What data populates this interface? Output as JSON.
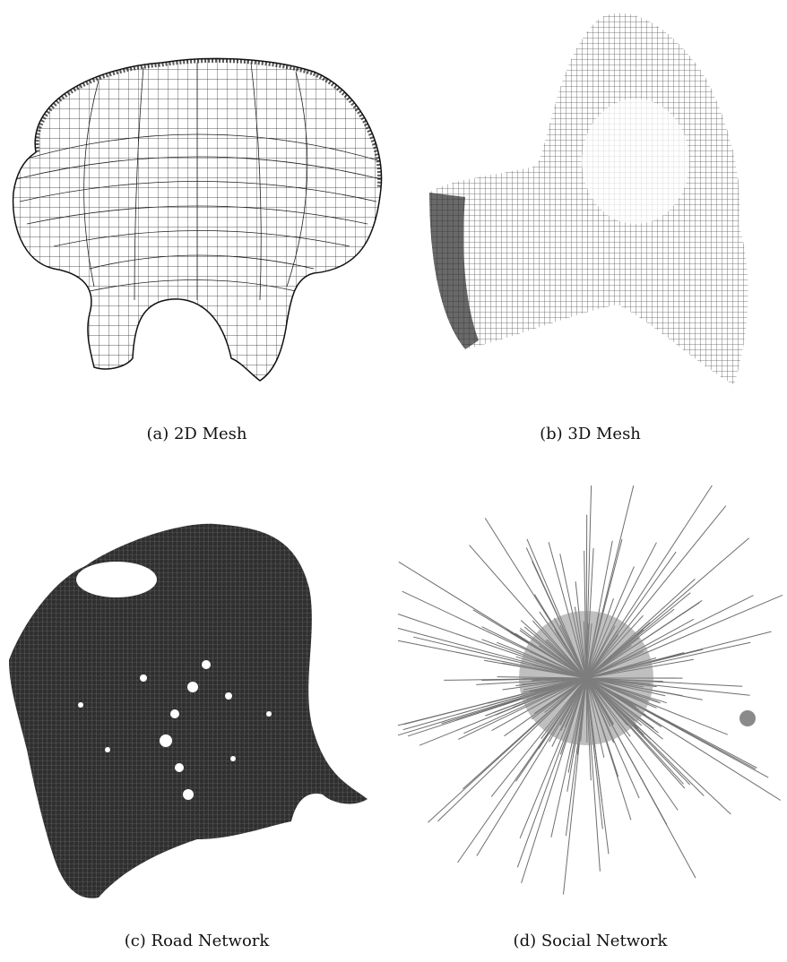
{
  "figure": {
    "panels": [
      {
        "id": "a",
        "caption": "(a) 2D Mesh",
        "depicts": "quad-mesh-mushroom-shape"
      },
      {
        "id": "b",
        "caption": "(b) 3D Mesh",
        "depicts": "wireframe-pipe-junction"
      },
      {
        "id": "c",
        "caption": "(c) Road Network",
        "depicts": "dense-road-graph"
      },
      {
        "id": "d",
        "caption": "(d) Social Network",
        "depicts": "starburst-graph"
      }
    ],
    "colors": {
      "ink": "#1a1a1a",
      "mesh3d": "#3a3a3a",
      "road": "#2e2e2e",
      "social": "#6e6e6e",
      "paper": "#ffffff"
    }
  }
}
